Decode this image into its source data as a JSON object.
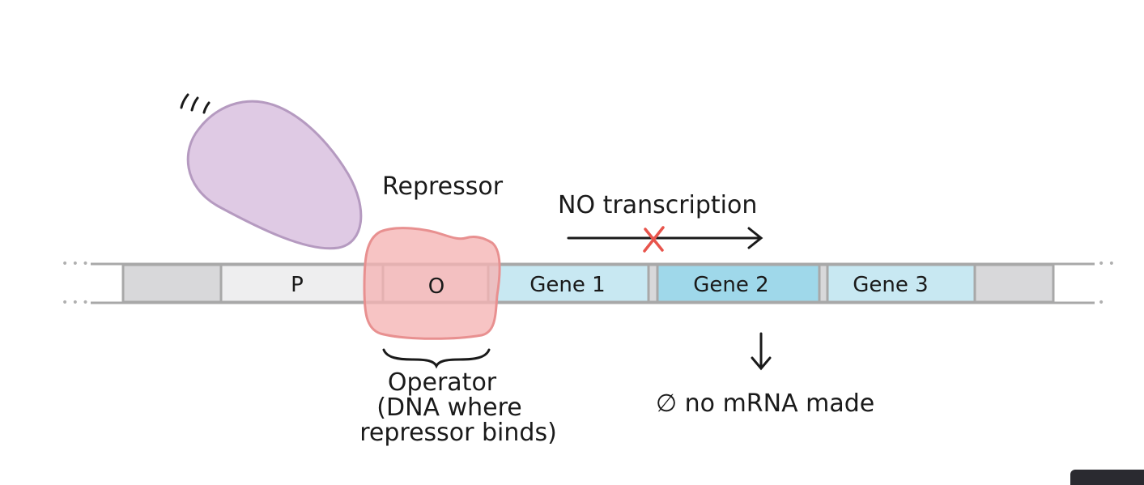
{
  "labels": {
    "repressor": "Repressor",
    "no_transcription": "NO transcription",
    "operator_line1": "Operator",
    "operator_line2": "(DNA where",
    "operator_line3": "repressor binds)",
    "no_mrna": "∅ no mRNA made"
  },
  "segments": {
    "promoter": "P",
    "operator": "O",
    "gene1": "Gene 1",
    "gene2": "Gene 2",
    "gene3": "Gene 3"
  },
  "colors": {
    "repressor_shape": "#dfcae4",
    "repressor_outline": "#b59ac0",
    "operator_blob": "#f5b3b3",
    "operator_outline": "#e89090",
    "gene_light": "#c8e8f2",
    "gene_highlight": "#9fd8ea",
    "promoter_fill": "#eeeeef",
    "flank_fill": "#d8d8da",
    "dna_outline": "#a8a8a8",
    "cross_mark": "#e8544c"
  }
}
